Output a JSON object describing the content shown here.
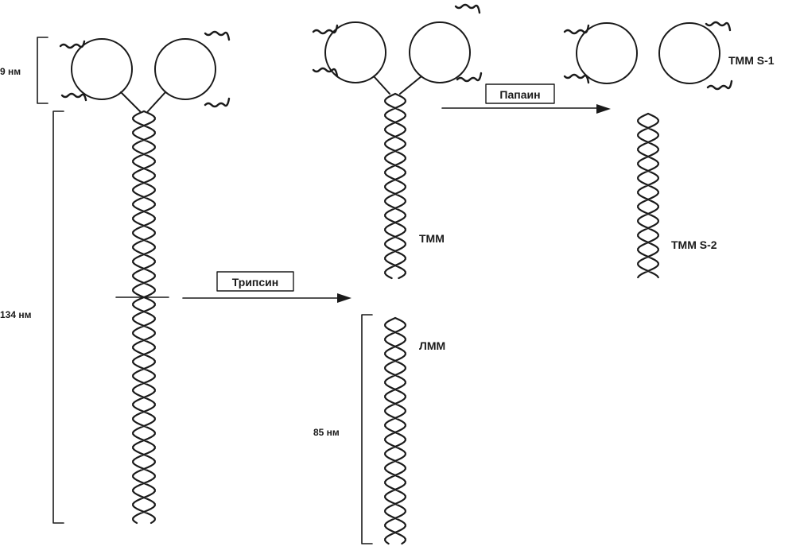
{
  "labels": {
    "dim_9": "9 нм",
    "dim_134": "134 нм",
    "dim_85": "85 нм",
    "tmm": "ТММ",
    "lmm": "ЛММ",
    "tmm_s1": "ТММ S-1",
    "tmm_s2": "ТММ S-2"
  },
  "enzymes": {
    "trypsin": "Трипсин",
    "papain": "Папаин"
  },
  "colors": {
    "ink": "#1a1a1a",
    "background": "#ffffff"
  }
}
